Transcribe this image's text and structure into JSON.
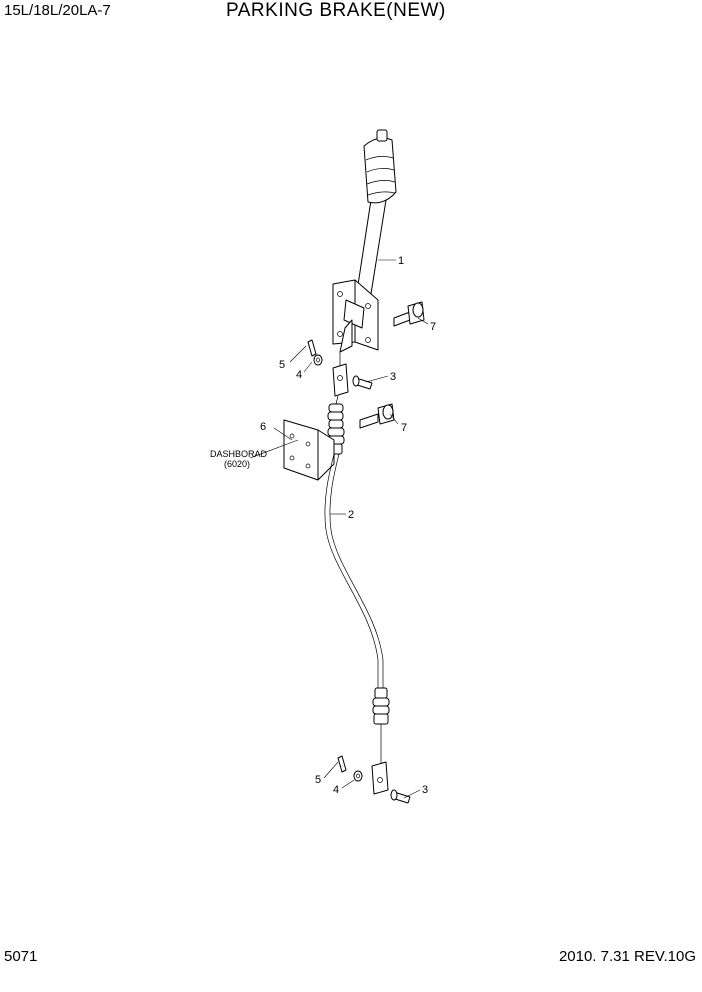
{
  "header": {
    "model": "15L/18L/20LA-7",
    "title": "PARKING BRAKE(NEW)"
  },
  "footer": {
    "page_number": "5071",
    "revision": "2010. 7.31  REV.10G"
  },
  "callouts": {
    "lever": "1",
    "cable": "2",
    "pin_upper": "3",
    "pin_lower": "3",
    "washer_upper": "4",
    "washer_lower": "4",
    "split_pin_upper": "5",
    "split_pin_lower": "5",
    "bracket": "6",
    "bolt_upper": "7",
    "bolt_mid": "7"
  },
  "notes": {
    "dashboard_line1": "DASHBORAD",
    "dashboard_line2": "(6020)"
  }
}
